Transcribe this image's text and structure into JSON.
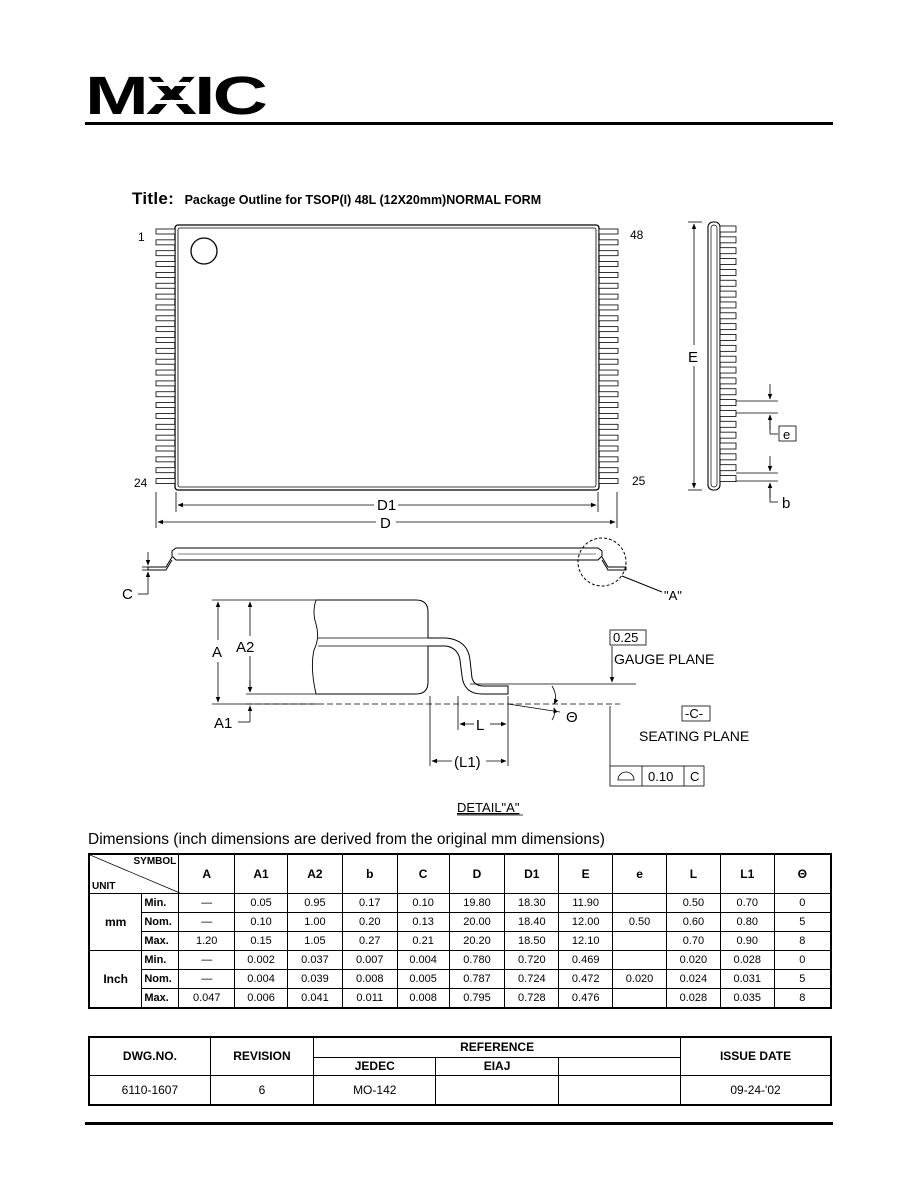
{
  "logo": {
    "text": "MXIC"
  },
  "title": {
    "label": "Title:",
    "text": "Package Outline for  TSOP(I) 48L (12X20mm)NORMAL FORM"
  },
  "drawing": {
    "pin_labels": [
      "1",
      "48",
      "24",
      "25"
    ],
    "dim_labels": {
      "E": "E",
      "e": "e",
      "b": "b",
      "D1": "D1",
      "D": "D",
      "C": "C",
      "detail_ref": "\"A\"",
      "A": "A",
      "A2": "A2",
      "A1": "A1",
      "L": "L",
      "L1": "(L1)",
      "theta": "Θ"
    },
    "gauge_value": "0.25",
    "gauge_plane": "GAUGE PLANE",
    "datum": "-C-",
    "seating_plane": "SEATING PLANE",
    "flatness_value": "0.10",
    "flatness_datum": "C",
    "detail_title": "DETAIL\"A\""
  },
  "dimensions": {
    "caption": "Dimensions (inch dimensions are derived from the original mm dimensions)",
    "corner_symbol": "SYMBOL",
    "corner_unit": "UNIT",
    "columns": [
      "A",
      "A1",
      "A2",
      "b",
      "C",
      "D",
      "D1",
      "E",
      "e",
      "L",
      "L1",
      "Θ"
    ],
    "groups": [
      {
        "unit": "mm",
        "rows": [
          {
            "label": "Min.",
            "values": [
              "—",
              "0.05",
              "0.95",
              "0.17",
              "0.10",
              "19.80",
              "18.30",
              "11.90",
              "",
              "0.50",
              "0.70",
              "0"
            ]
          },
          {
            "label": "Nom.",
            "values": [
              "—",
              "0.10",
              "1.00",
              "0.20",
              "0.13",
              "20.00",
              "18.40",
              "12.00",
              "0.50",
              "0.60",
              "0.80",
              "5"
            ]
          },
          {
            "label": "Max.",
            "values": [
              "1.20",
              "0.15",
              "1.05",
              "0.27",
              "0.21",
              "20.20",
              "18.50",
              "12.10",
              "",
              "0.70",
              "0.90",
              "8"
            ]
          }
        ]
      },
      {
        "unit": "Inch",
        "rows": [
          {
            "label": "Min.",
            "values": [
              "—",
              "0.002",
              "0.037",
              "0.007",
              "0.004",
              "0.780",
              "0.720",
              "0.469",
              "",
              "0.020",
              "0.028",
              "0"
            ]
          },
          {
            "label": "Nom.",
            "values": [
              "—",
              "0.004",
              "0.039",
              "0.008",
              "0.005",
              "0.787",
              "0.724",
              "0.472",
              "0.020",
              "0.024",
              "0.031",
              "5"
            ]
          },
          {
            "label": "Max.",
            "values": [
              "0.047",
              "0.006",
              "0.041",
              "0.011",
              "0.008",
              "0.795",
              "0.728",
              "0.476",
              "",
              "0.028",
              "0.035",
              "8"
            ]
          }
        ]
      }
    ]
  },
  "reference_table": {
    "dwg_no_label": "DWG.NO.",
    "revision_label": "REVISION",
    "reference_label": "REFERENCE",
    "jedec_label": "JEDEC",
    "eiaj_label": "EIAJ",
    "issue_date_label": "ISSUE DATE",
    "dwg_no": "6110-1607",
    "revision": "6",
    "jedec": "MO-142",
    "eiaj": "",
    "issue_date": "09-24-'02"
  }
}
